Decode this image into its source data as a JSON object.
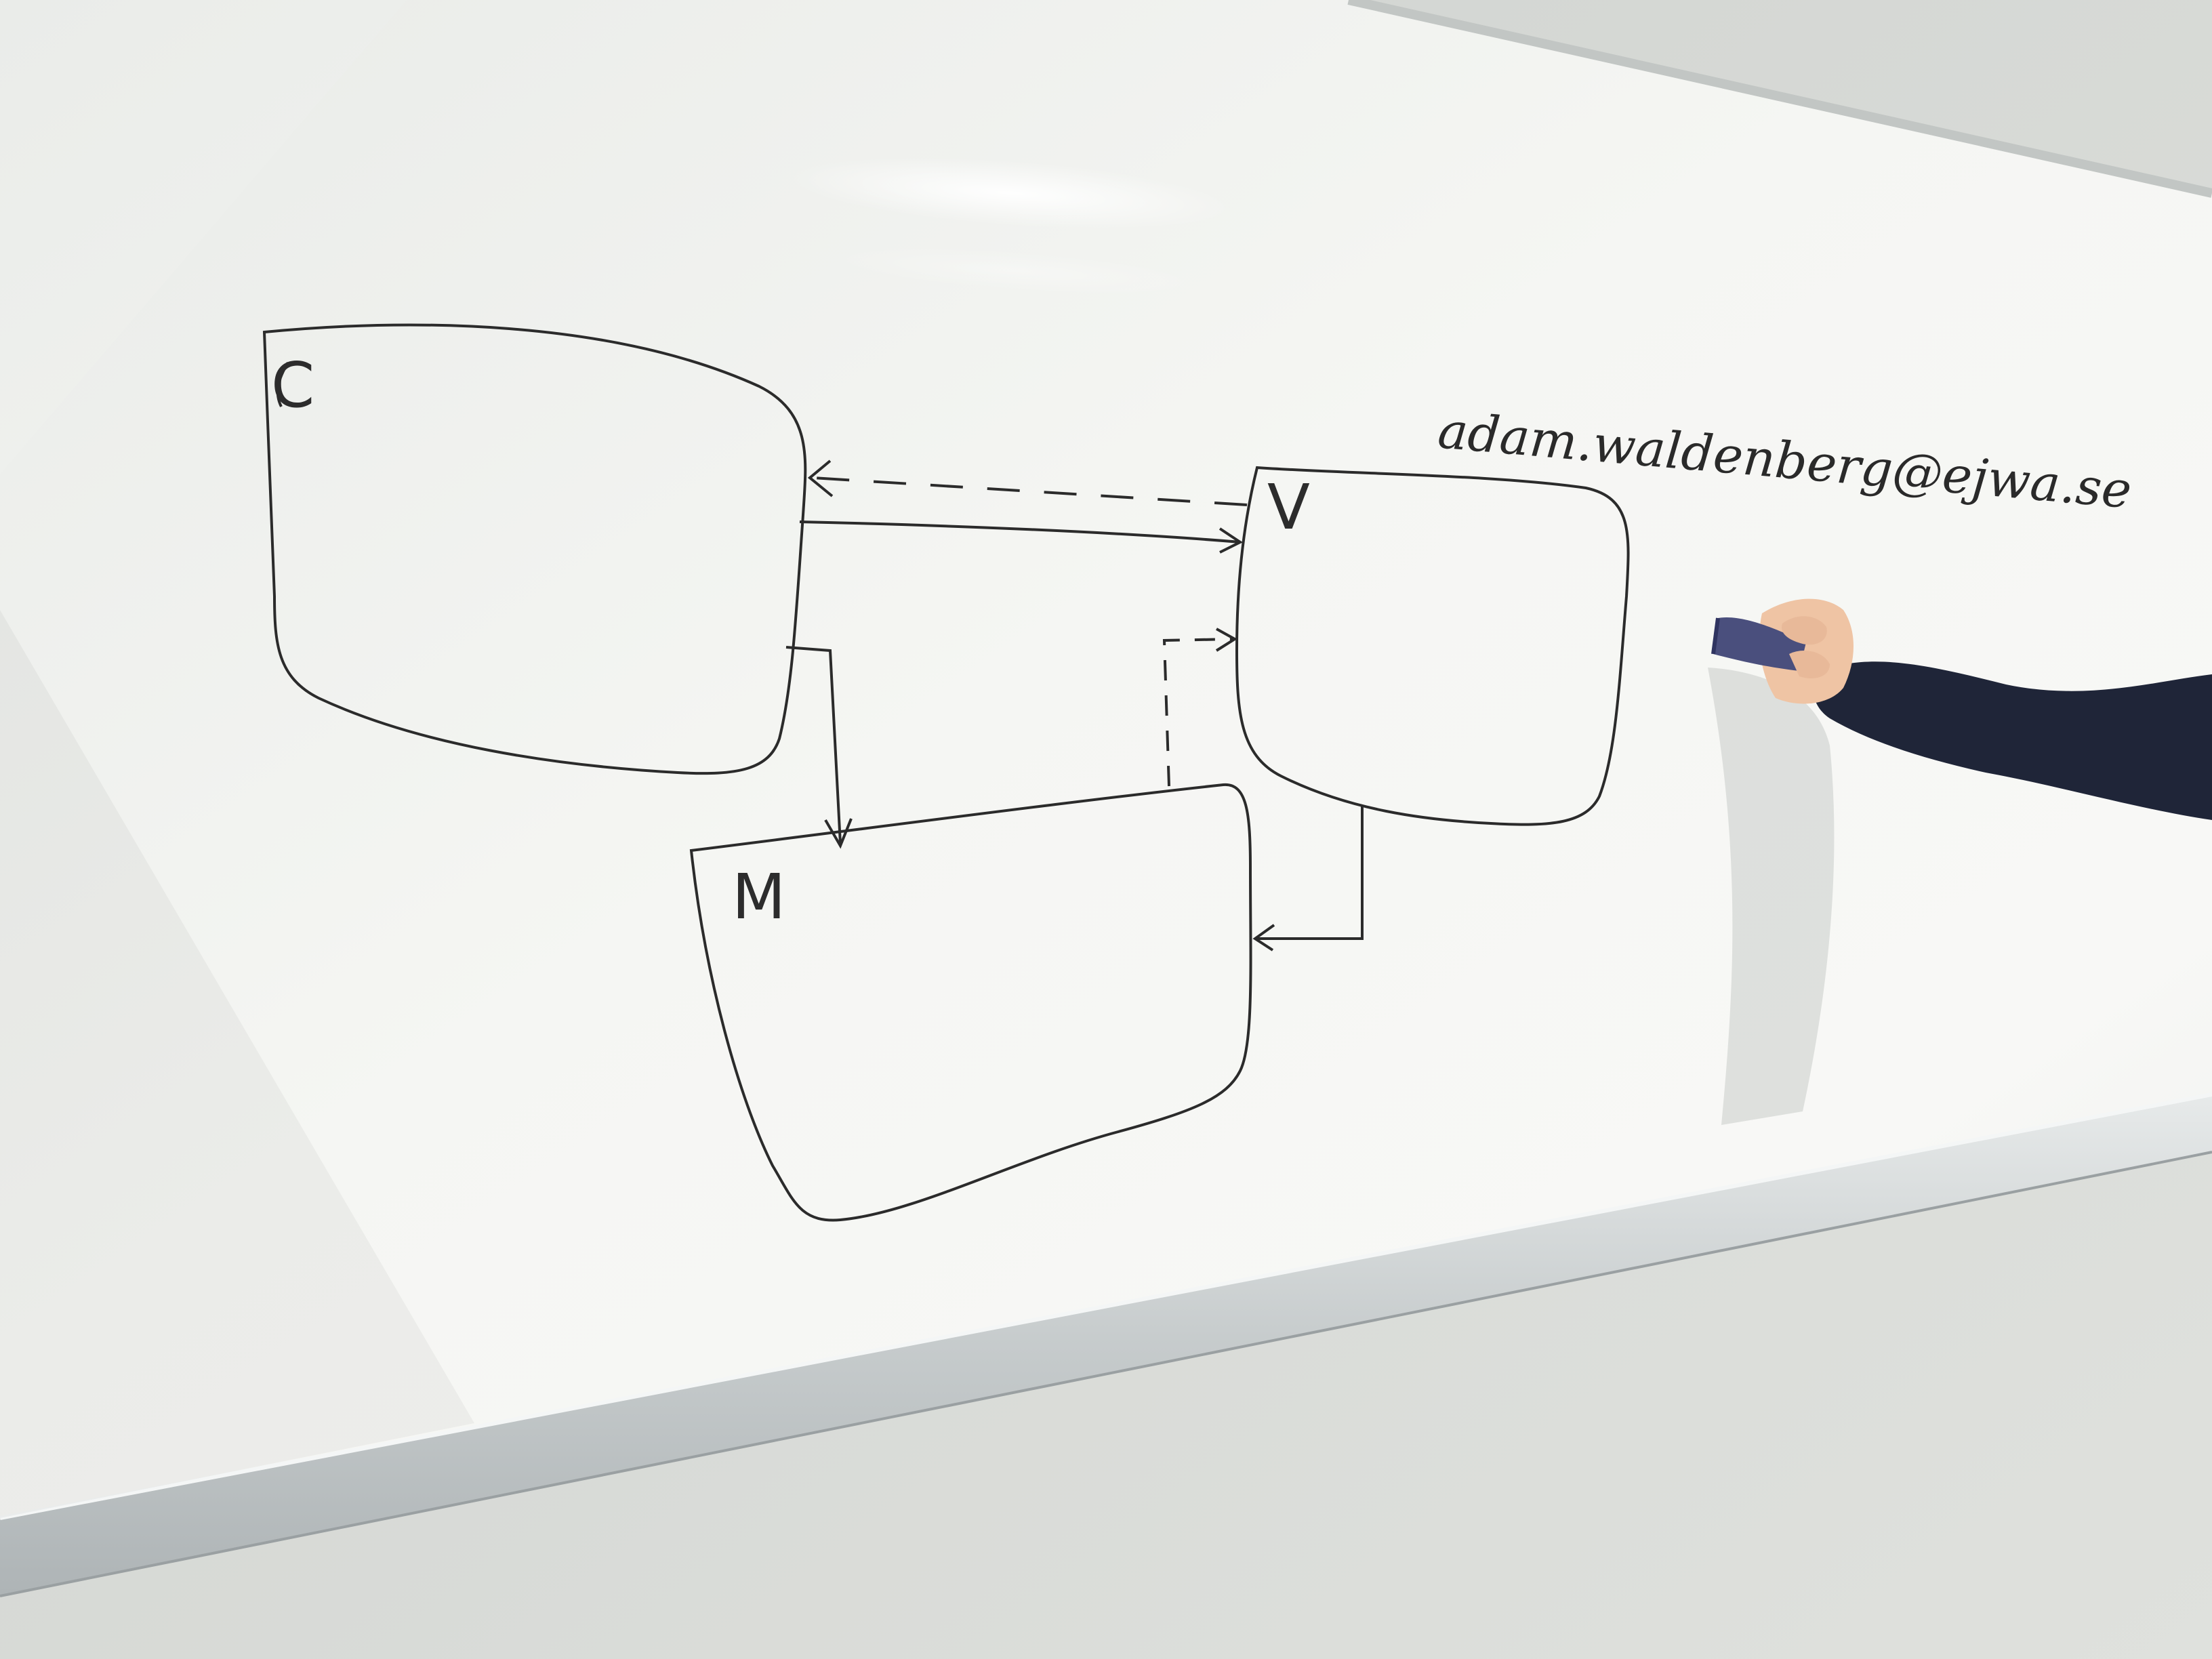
{
  "photo": {
    "subject": "whiteboard",
    "colors": {
      "wall": "#dcded9",
      "board": "#f3f4f1",
      "marker": "#2b2b2b",
      "tray": "#cfd3d3",
      "sleeve": "#1e2436",
      "skin": "#efc7a8",
      "eraser": "#4a4f7a"
    }
  },
  "diagram": {
    "boxes": [
      {
        "id": "c",
        "label": "C"
      },
      {
        "id": "v",
        "label": "V"
      },
      {
        "id": "m",
        "label": "M"
      }
    ],
    "arrows": [
      {
        "from": "v",
        "to": "c",
        "style": "dashed"
      },
      {
        "from": "c",
        "to": "v",
        "style": "solid"
      },
      {
        "from": "m",
        "to": "v",
        "style": "dashed"
      },
      {
        "from": "c",
        "to": "m",
        "style": "solid"
      },
      {
        "from": "v",
        "to": "m",
        "style": "solid"
      }
    ],
    "email": "adam.waldenberg@ejwa.se"
  }
}
